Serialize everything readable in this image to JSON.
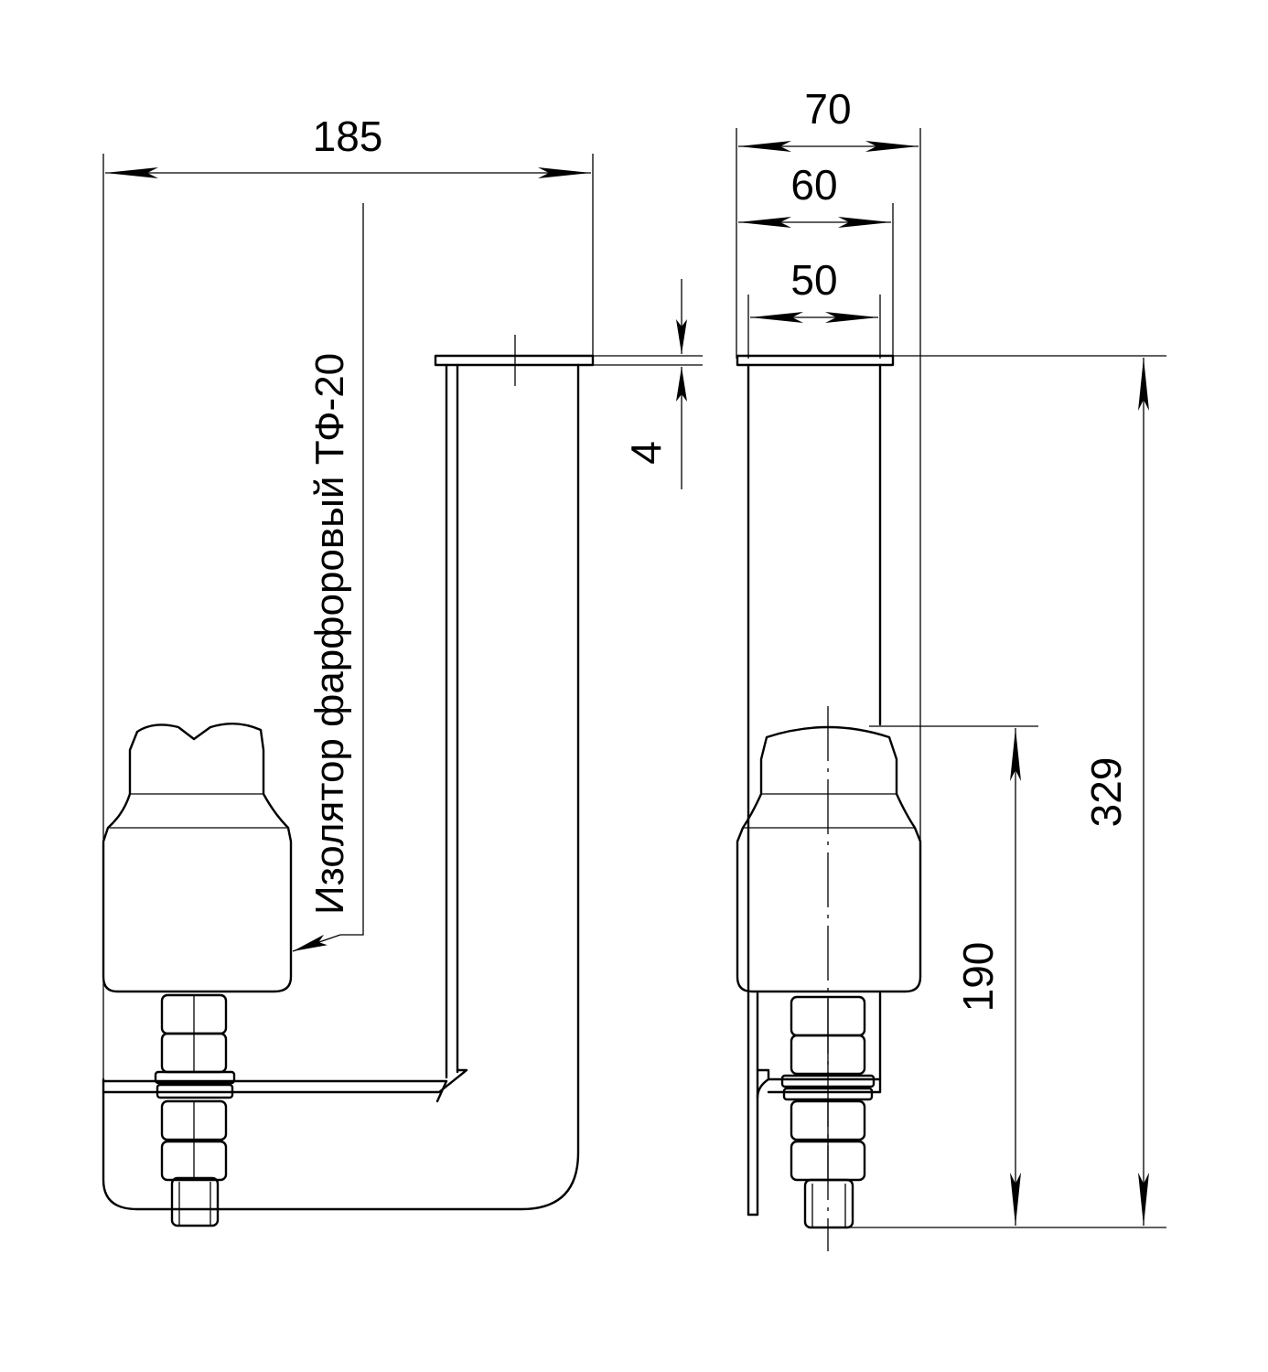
{
  "dimensions": {
    "overall_width": "185",
    "width_70": "70",
    "width_60": "60",
    "width_50": "50",
    "thickness": "4",
    "insulator_height": "190",
    "overall_height": "329"
  },
  "callout": {
    "label": "Изолятор фарфоровый ТФ-20"
  },
  "colors": {
    "line": "#000000",
    "background": "#ffffff"
  }
}
